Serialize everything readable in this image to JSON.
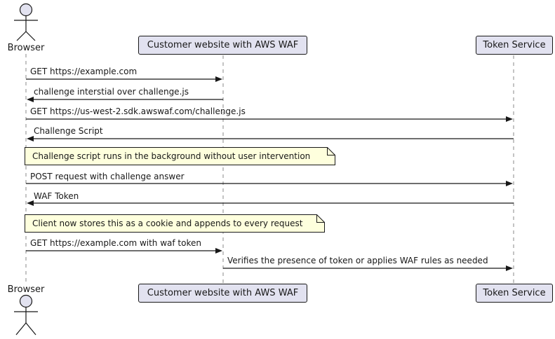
{
  "diagram_type": "uml-sequence",
  "colors": {
    "participant_fill": "#E2E2F0",
    "participant_border": "#181818",
    "note_fill": "#FEFFDD",
    "note_border": "#181818",
    "message_line": "#181818",
    "lifeline": "#888888",
    "background": "#FFFFFF"
  },
  "actors": {
    "top": "Browser",
    "bottom": "Browser"
  },
  "participants": {
    "customer": "Customer website with AWS WAF",
    "token_service": "Token Service"
  },
  "messages": [
    {
      "text": "GET https://example.com",
      "from": "Browser",
      "to": "Customer website with AWS WAF",
      "direction": "right"
    },
    {
      "text": "challenge interstial over challenge.js",
      "from": "Customer website with AWS WAF",
      "to": "Browser",
      "direction": "left"
    },
    {
      "text": "GET https://us-west-2.sdk.awswaf.com/challenge.js",
      "from": "Browser",
      "to": "Token Service",
      "direction": "right"
    },
    {
      "text": "Challenge Script",
      "from": "Token Service",
      "to": "Browser",
      "direction": "left"
    },
    {
      "text": "POST request with challenge answer",
      "from": "Browser",
      "to": "Token Service",
      "direction": "right"
    },
    {
      "text": "WAF Token",
      "from": "Token Service",
      "to": "Browser",
      "direction": "left"
    },
    {
      "text": "GET https://example.com with waf token",
      "from": "Browser",
      "to": "Customer website with AWS WAF",
      "direction": "right"
    },
    {
      "text": "Verifies the presence of token or applies WAF rules as needed",
      "from": "Customer website with AWS WAF",
      "to": "Token Service",
      "direction": "right"
    }
  ],
  "notes": [
    {
      "text": "Challenge script runs in the background without user intervention",
      "over": "Browser"
    },
    {
      "text": "Client now stores this as a cookie and appends to every request",
      "over": "Browser"
    }
  ]
}
